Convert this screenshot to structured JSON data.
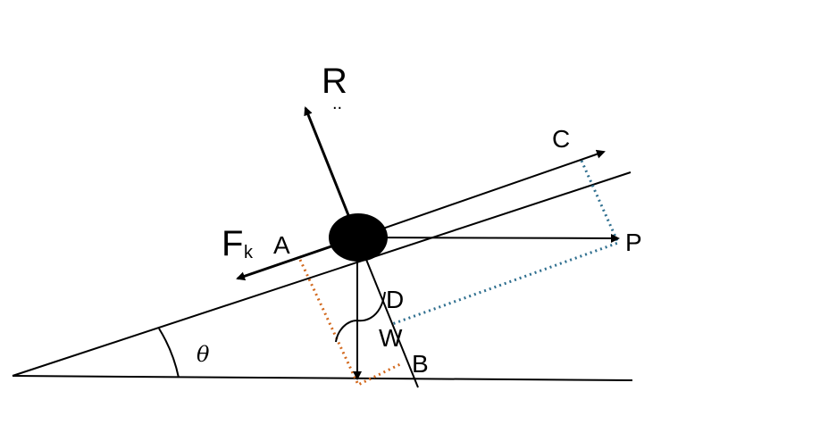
{
  "labels": {
    "normal_reaction": "R",
    "reaction_tick": "..",
    "friction": "F",
    "friction_subscript": "k",
    "point_a": "A",
    "point_b": "B",
    "point_c": "C",
    "point_d": "D",
    "point_p": "P",
    "weight": "W",
    "angle": "θ"
  },
  "colors": {
    "line": "#000000",
    "weight_component_box": "#d2691e",
    "force_component_box": "#2f6f8f"
  }
}
